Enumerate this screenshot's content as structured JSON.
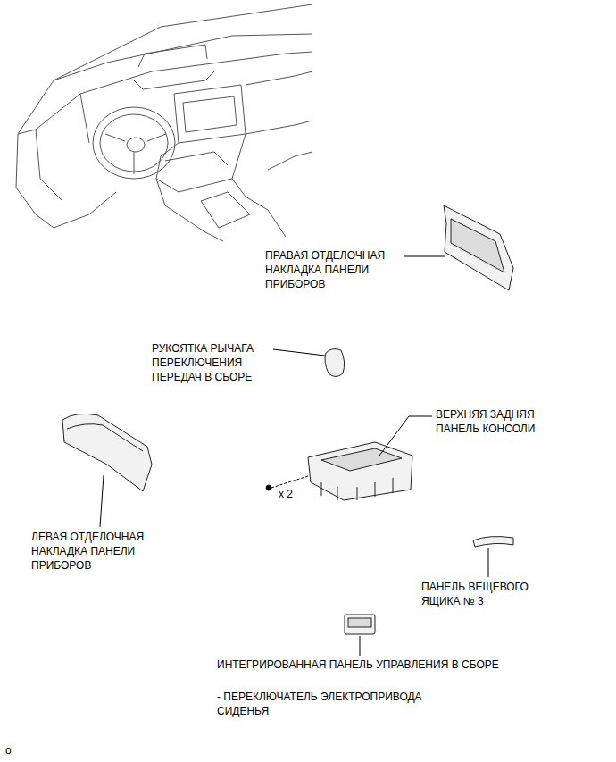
{
  "diagram": {
    "labels": [
      "ПРАВАЯ ОТДЕЛОЧНАЯ НАКЛАДКА ПАНЕЛИ ПРИБОРОВ",
      "РУКОЯТКА РЫЧАГА ПЕРЕКЛЮЧЕНИЯ ПЕРЕДАЧ В СБОРЕ",
      "ВЕРХНЯЯ ЗАДНЯЯ ПАНЕЛЬ КОНСОЛИ",
      "x 2",
      "ЛЕВАЯ ОТДЕЛОЧНАЯ НАКЛАДКА ПАНЕЛИ ПРИБОРОВ",
      "ПАНЕЛЬ ВЕЩЕВОГО ЯЩИКА № 3",
      "ИНТЕГРИРОВАННАЯ ПАНЕЛЬ УПРАВЛЕНИЯ В СБОРЕ",
      "- ПЕРЕКЛЮЧАТЕЛЬ ЭЛЕКТРОПРИВОДА СИДЕНЬЯ",
      "o"
    ]
  }
}
